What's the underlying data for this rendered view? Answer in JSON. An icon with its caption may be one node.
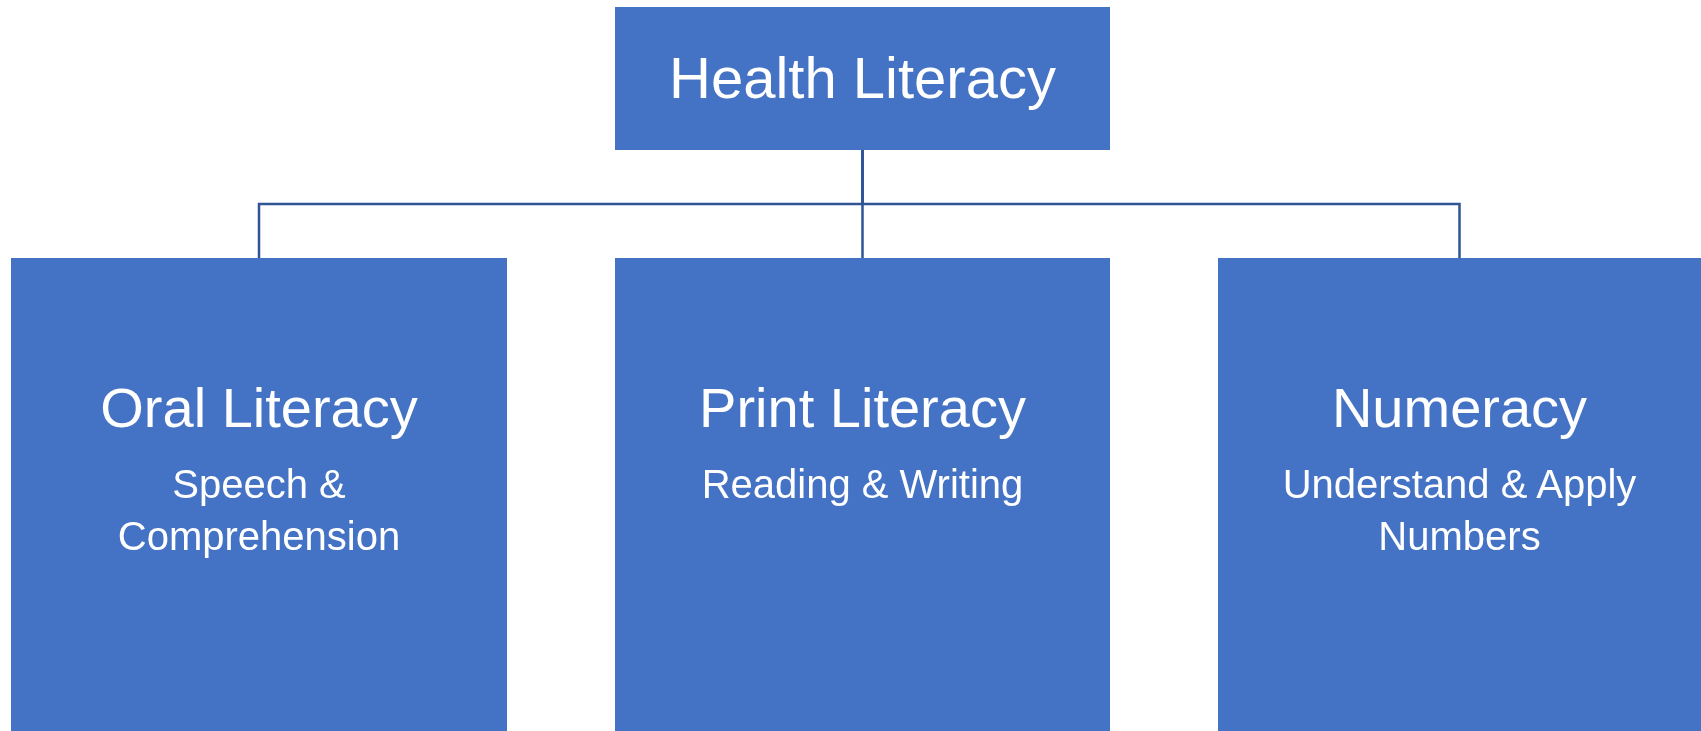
{
  "diagram": {
    "nodes": [
      {
        "text": [
          "Health Literacy"
        ]
      },
      {
        "text": [
          "Oral Literacy",
          "Speech & Comprehension"
        ]
      },
      {
        "text": [
          "Print Literacy",
          "Reading & Writing"
        ]
      },
      {
        "text": [
          "Numeracy",
          "Understand & Apply Numbers"
        ]
      }
    ],
    "edges": [
      {
        "from": 0,
        "to": 1,
        "arrow": "none"
      },
      {
        "from": 0,
        "to": 2,
        "arrow": "none"
      },
      {
        "from": 0,
        "to": 3,
        "arrow": "none"
      }
    ]
  }
}
